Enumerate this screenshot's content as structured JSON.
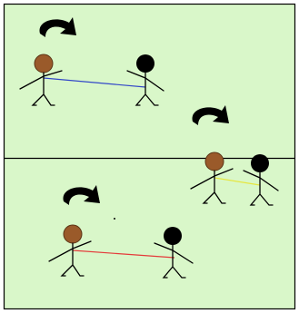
{
  "diagram": {
    "colors": {
      "panel_fill": "#d9f7c9",
      "frame_stroke": "#000000",
      "figure_stroke": "#000000",
      "head_brown": "#9a5a2a",
      "head_black": "#000000",
      "line_top": "#3348c8",
      "line_middle": "#e6e640",
      "line_bottom": "#e43a3a",
      "arrow": "#000000"
    },
    "icons": [
      "curved-arrow-icon",
      "stick-figure-icon",
      "connecting-line"
    ],
    "figure_pairs": [
      {
        "name": "top-pair",
        "line_color_key": "line_top"
      },
      {
        "name": "middle-pair",
        "line_color_key": "line_middle"
      },
      {
        "name": "bottom-pair",
        "line_color_key": "line_bottom"
      }
    ]
  }
}
